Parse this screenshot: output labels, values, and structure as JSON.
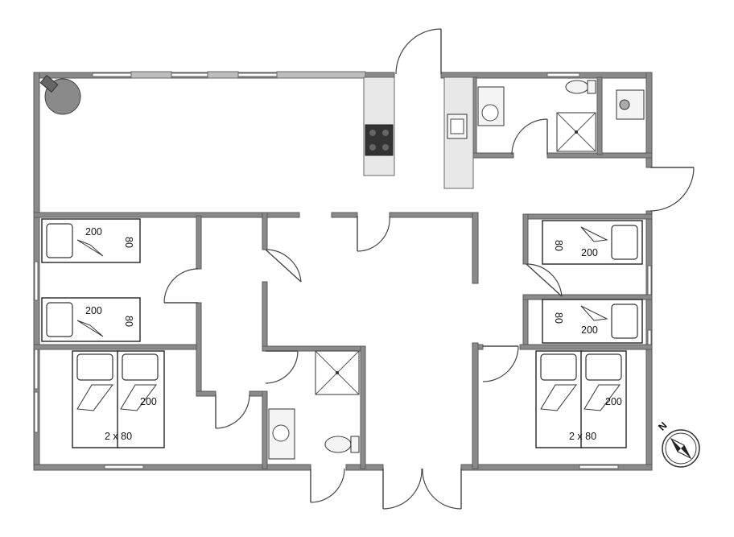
{
  "beds": {
    "bed_a_length": "200",
    "bed_a_width": "80",
    "bed_b_length": "200",
    "bed_b_width": "80",
    "bed_c_length": "200",
    "bed_c_width": "80",
    "bed_d_length": "200",
    "bed_d_width": "80",
    "double_left_length": "200",
    "double_left_size": "2 x 80",
    "double_right_length": "200",
    "double_right_size": "2 x 80"
  },
  "compass": {
    "north_label": "N"
  }
}
